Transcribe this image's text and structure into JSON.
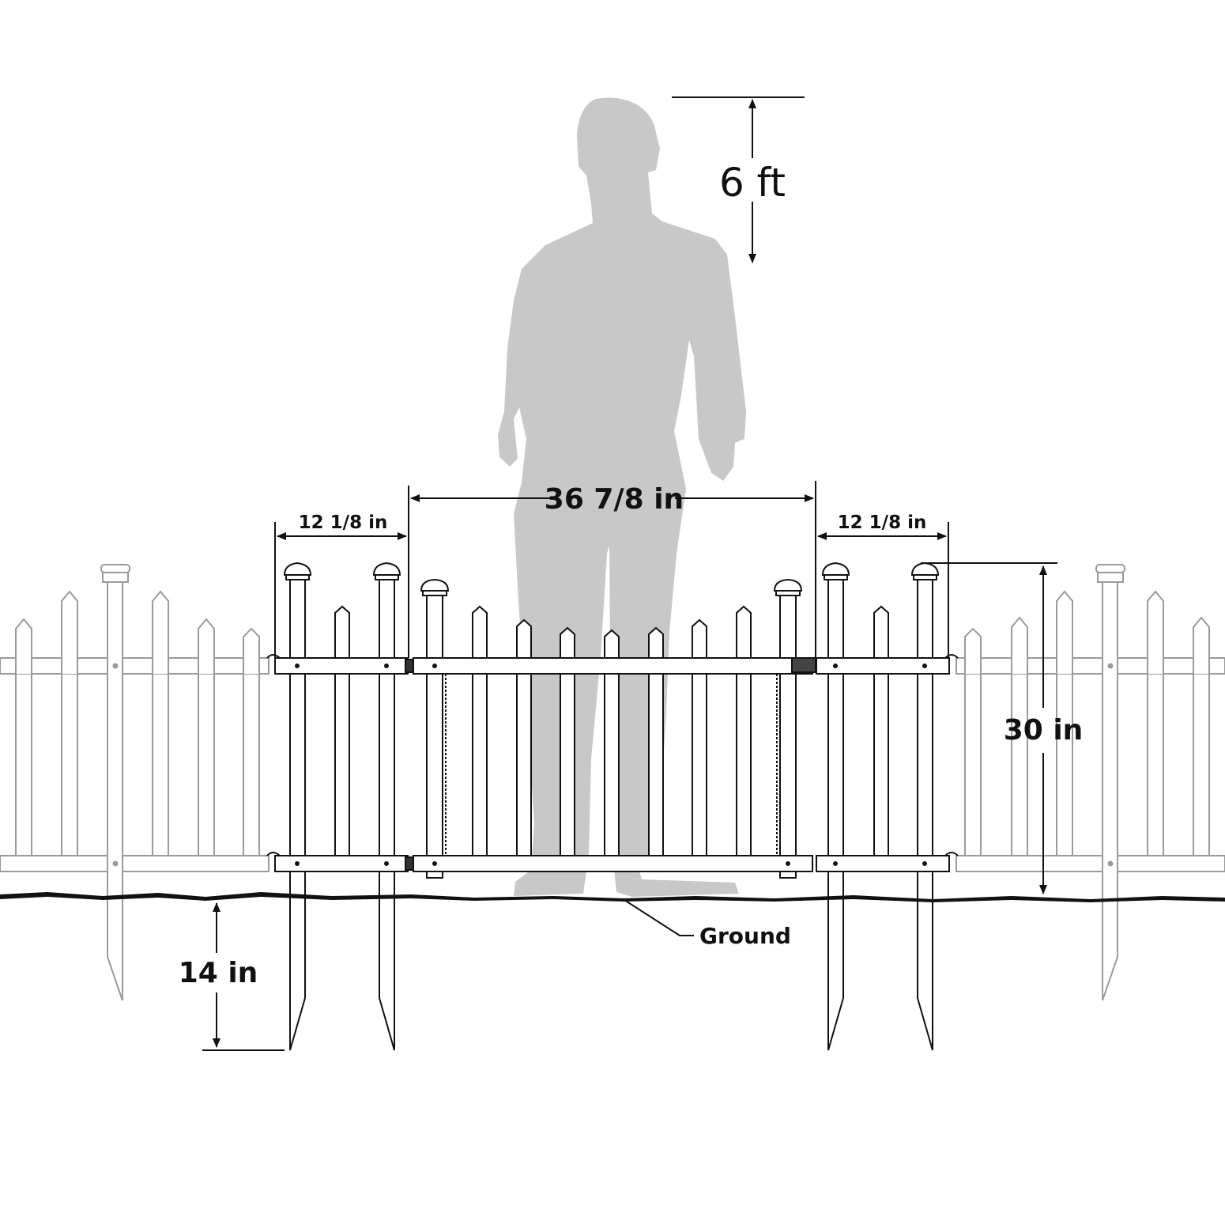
{
  "labels": {
    "person_height": "6 ft",
    "gate_width": "36 7/8 in",
    "left_panel_width": "12 1/8 in",
    "right_panel_width": "12 1/8 in",
    "fence_height": "30 in",
    "stake_depth": "14 in",
    "ground": "Ground"
  },
  "colors": {
    "ink": "#111111",
    "silhouette": "#c8c8c8",
    "background_fence": "#9a9a9a",
    "fill": "#ffffff"
  }
}
